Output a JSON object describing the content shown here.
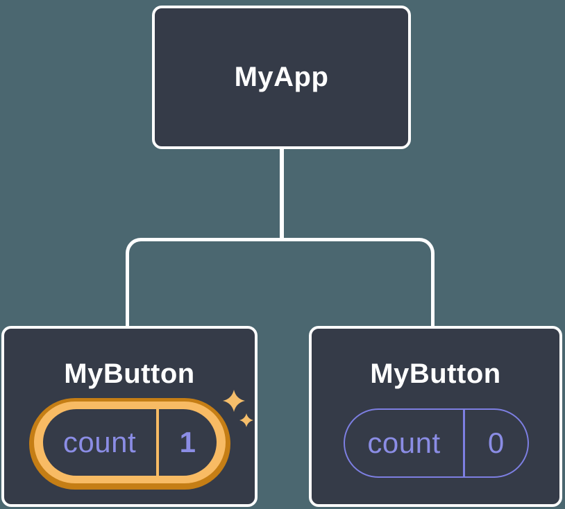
{
  "diagram": {
    "root": {
      "label": "MyApp"
    },
    "children": [
      {
        "label": "MyButton",
        "state": {
          "key": "count",
          "value": "1"
        },
        "highlighted": true
      },
      {
        "label": "MyButton",
        "state": {
          "key": "count",
          "value": "0"
        },
        "highlighted": false
      }
    ]
  },
  "colors": {
    "background": "#4B6770",
    "node_fill": "#353B48",
    "node_border": "#FFFFFF",
    "connector": "#FFFFFF",
    "state_text": "#8B8DE5",
    "state_outline": "#7D7FE2",
    "highlight_light": "#F8BB64",
    "highlight_dark": "#C57E15",
    "sparkle": "#F5BE6B"
  }
}
